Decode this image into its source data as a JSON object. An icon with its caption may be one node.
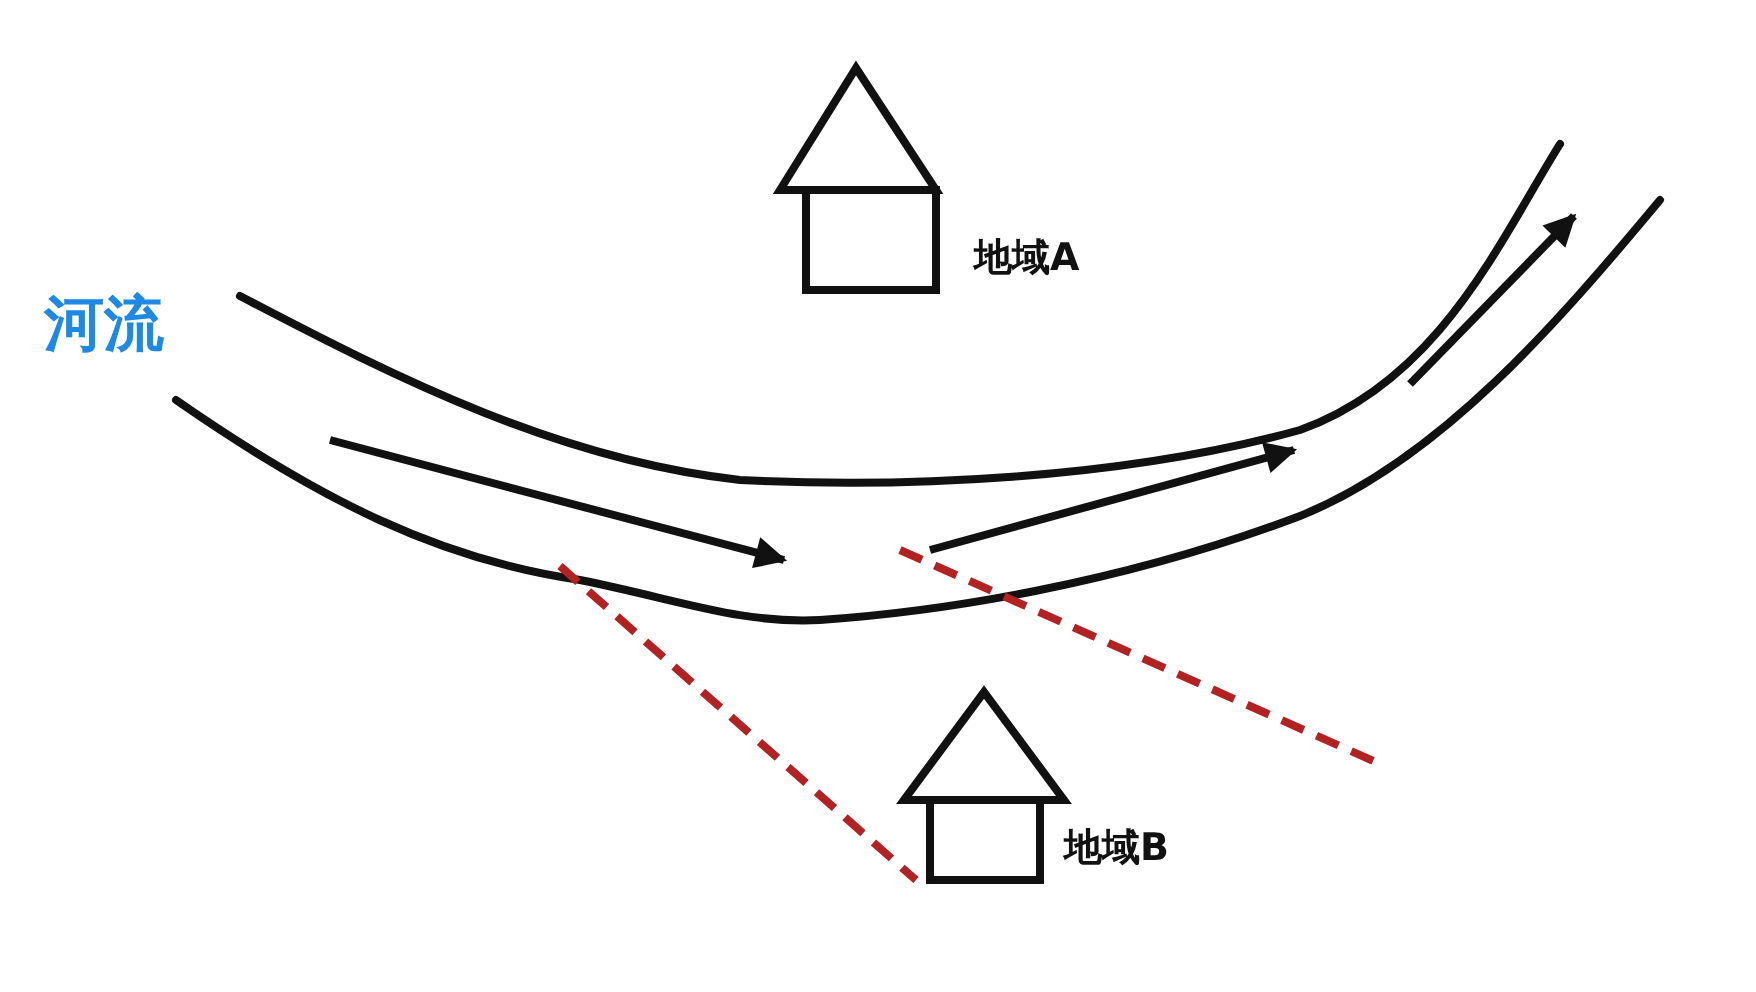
{
  "diagram": {
    "labels": [
      "河流",
      "地域A",
      "地域B"
    ]
  }
}
